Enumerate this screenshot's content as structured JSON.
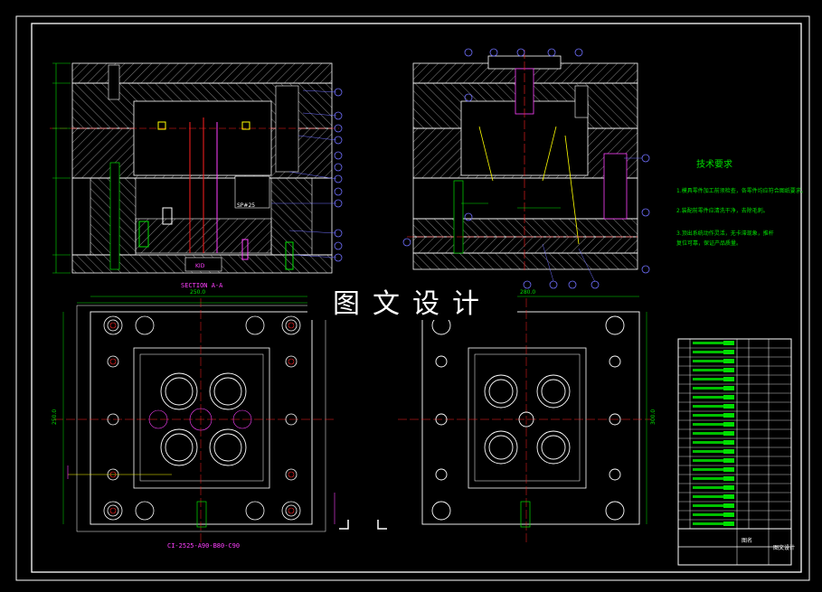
{
  "watermark": "图文设计",
  "colors": {
    "background": "#000000",
    "frame": "#ffffff",
    "centerline": "#ff2020",
    "dimension": "#00e000",
    "callout": "#7070ff",
    "note": "#00e000",
    "magenta": "#ff40ff",
    "yellow": "#ffff00"
  },
  "labels": {
    "section_label": "SECTION A-A",
    "part_number": "CI-2525-A90-B80-C90",
    "tech_title": "技术要求",
    "tech_notes": [
      "1.模具零件加工前须检查，各零件均应符合图纸要求。",
      "2.装配前零件应清洗干净，去除毛刺。",
      "3.顶出系统动作灵活，无卡滞现象，推杆",
      "  复位可靠，保证产品质量。"
    ],
    "dim_width_top": "250.0",
    "dim_width_top2": "280.0",
    "dim_height_left": "250.0",
    "dim_height_right": "300.0",
    "spec_label": "SP#25",
    "kid_label": "KID",
    "title_cell": "图名",
    "company_cell": "图文设计"
  }
}
